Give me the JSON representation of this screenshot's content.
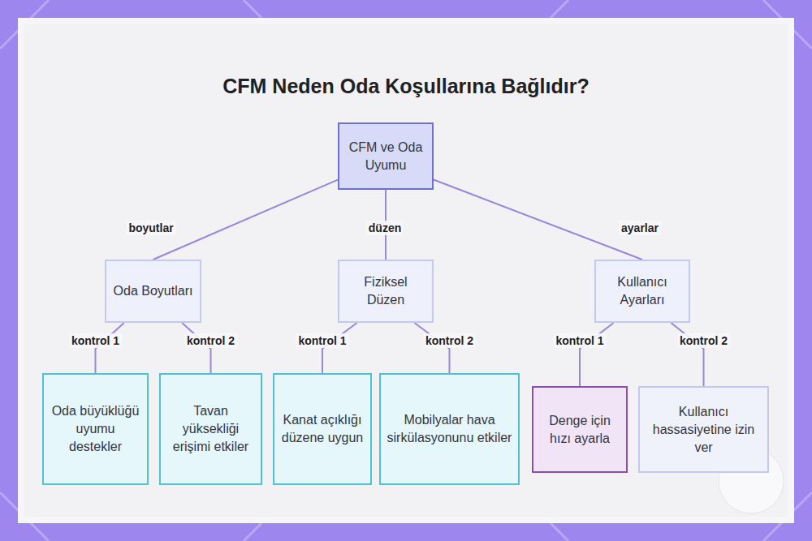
{
  "diagram": {
    "title": "CFM Neden Oda Koşullarına Bağlıdır?",
    "nodes": [
      {
        "text": [
          "CFM ve Oda Uyumu"
        ]
      },
      {
        "text": [
          "Oda Boyutları"
        ]
      },
      {
        "text": [
          "Fiziksel Düzen"
        ]
      },
      {
        "text": [
          "Kullanıcı Ayarları"
        ]
      },
      {
        "text": [
          "Oda büyüklüğü uyumu destekler"
        ]
      },
      {
        "text": [
          "Tavan yüksekliği erişimi etkiler"
        ]
      },
      {
        "text": [
          "Kanat açıklığı düzene uygun"
        ]
      },
      {
        "text": [
          "Mobilyalar hava sirkülasyonunu etkiler"
        ]
      },
      {
        "text": [
          "Denge için hızı ayarla"
        ]
      },
      {
        "text": [
          "Kullanıcı hassasiyetine izin ver"
        ]
      }
    ],
    "edges": [
      {
        "from": 0,
        "to": 1,
        "label": "boyutlar",
        "arrow": "none"
      },
      {
        "from": 0,
        "to": 2,
        "label": "düzen",
        "arrow": "none"
      },
      {
        "from": 0,
        "to": 3,
        "label": "ayarlar",
        "arrow": "none"
      },
      {
        "from": 1,
        "to": 4,
        "label": "kontrol 1",
        "arrow": "none"
      },
      {
        "from": 1,
        "to": 5,
        "label": "kontrol 2",
        "arrow": "none"
      },
      {
        "from": 2,
        "to": 6,
        "label": "kontrol 1",
        "arrow": "none"
      },
      {
        "from": 2,
        "to": 7,
        "label": "kontrol 2",
        "arrow": "none"
      },
      {
        "from": 3,
        "to": 8,
        "label": "kontrol 1",
        "arrow": "none"
      },
      {
        "from": 3,
        "to": 9,
        "label": "kontrol 2",
        "arrow": "none"
      }
    ]
  }
}
